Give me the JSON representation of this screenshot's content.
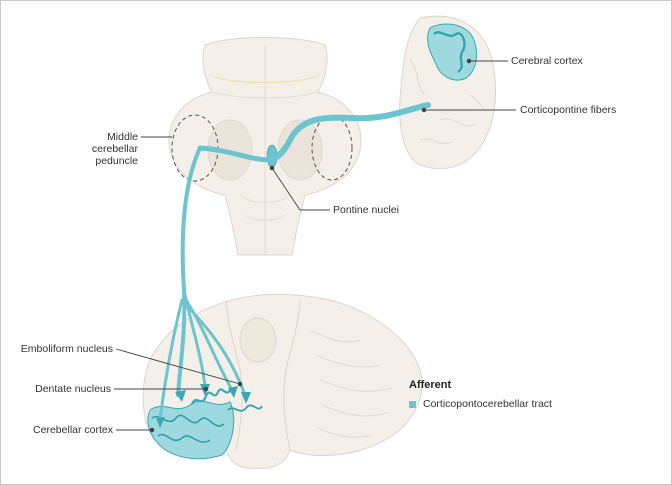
{
  "labels": {
    "cerebral_cortex": "Cerebral cortex",
    "corticopontine_fibers": "Corticopontine fibers",
    "middle_peduncle_line1": "Middle",
    "middle_peduncle_line2": "cerebellar",
    "middle_peduncle_line3": "peduncle",
    "pontine_nuclei": "Pontine nuclei",
    "emboliform_nucleus": "Emboliform nucleus",
    "dentate_nucleus": "Dentate nucleus",
    "cerebellar_cortex": "Cerebellar cortex"
  },
  "legend": {
    "title": "Afferent",
    "items": [
      {
        "label": "Corticopontocerebellar tract",
        "color": "#6cc4cf"
      }
    ]
  },
  "colors": {
    "tract": "#6cc4cf",
    "tract_dark": "#3aa8b5",
    "tissue": "#f4efe8",
    "tissue_outline": "#ddd5cb",
    "leader": "#444444"
  }
}
